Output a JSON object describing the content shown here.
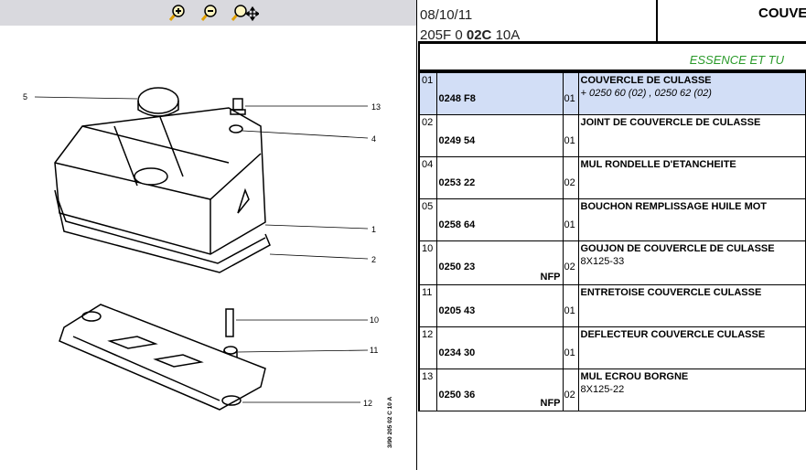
{
  "toolbar": {
    "zoom_in": "zoom-in",
    "zoom_out": "zoom-out",
    "zoom_pan": "zoom-pan"
  },
  "diagram": {
    "callouts": [
      "5",
      "13",
      "4",
      "1",
      "2",
      "10",
      "11",
      "12"
    ],
    "stamp": "3/90 205 02 C 10 A"
  },
  "header": {
    "date": "08/10/11",
    "code_prefix": "205F 0 ",
    "code_bold": "02C",
    "code_suffix": " 10A",
    "title": "COUVE"
  },
  "subheader": "ESSENCE ET TU",
  "rows": [
    {
      "num": "01",
      "ref": "0248 F8",
      "qty": "01",
      "desc": "COUVERCLE DE CULASSE",
      "note": "+ 0250 60 (02) , 0250 62 (02)",
      "nfp": "",
      "selected": true
    },
    {
      "num": "02",
      "ref": "0249 54",
      "qty": "01",
      "desc": "JOINT DE COUVERCLE DE CULASSE",
      "note": "",
      "nfp": ""
    },
    {
      "num": "04",
      "ref": "0253 22",
      "qty": "02",
      "desc": "MUL RONDELLE D'ETANCHEITE",
      "note": "",
      "nfp": ""
    },
    {
      "num": "05",
      "ref": "0258 64",
      "qty": "01",
      "desc": "BOUCHON REMPLISSAGE HUILE MOT",
      "note": "",
      "nfp": ""
    },
    {
      "num": "10",
      "ref": "0250 23",
      "qty": "02",
      "desc": "GOUJON DE COUVERCLE DE CULASSE",
      "note": "8X125-33",
      "nfp": "NFP"
    },
    {
      "num": "11",
      "ref": "0205 43",
      "qty": "01",
      "desc": "ENTRETOISE COUVERCLE CULASSE",
      "note": "",
      "nfp": ""
    },
    {
      "num": "12",
      "ref": "0234 30",
      "qty": "01",
      "desc": "DEFLECTEUR COUVERCLE CULASSE",
      "note": "",
      "nfp": ""
    },
    {
      "num": "13",
      "ref": "0250 36",
      "qty": "02",
      "desc": "MUL ECROU BORGNE",
      "note": "8X125-22",
      "nfp": "NFP"
    }
  ]
}
